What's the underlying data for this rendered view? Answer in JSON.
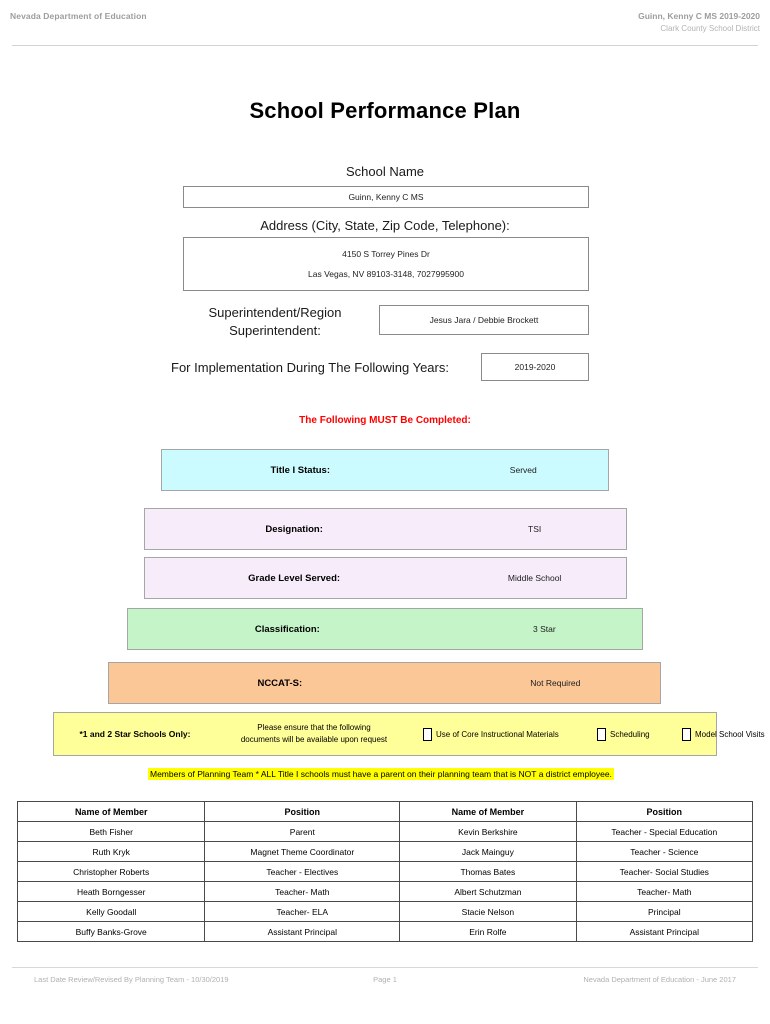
{
  "header": {
    "left": "Nevada Department of Education",
    "right_line1": "Guinn, Kenny C MS  2019-2020",
    "right_line2": "Clark County School District"
  },
  "title": "School Performance Plan",
  "fields": {
    "school_name_label": "School Name",
    "school_name_value": "Guinn, Kenny C MS",
    "address_label": "Address (City, State, Zip Code, Telephone):",
    "address_line1": "4150 S Torrey Pines Dr",
    "address_line2": "Las Vegas, NV  89103-3148, 7027995900",
    "superintendent_label_line1": "Superintendent/Region",
    "superintendent_label_line2": "Superintendent:",
    "superintendent_value": "Jesus Jara / Debbie Brockett",
    "years_label": "For Implementation During The Following Years:",
    "years_value": "2019-2020"
  },
  "must_complete_notice": "The Following MUST Be Completed:",
  "banners": [
    {
      "label": "Title I Status:",
      "value": "Served",
      "color": "#ccfbff"
    },
    {
      "label": "Designation:",
      "value": "TSI",
      "color": "#f6ecfa"
    },
    {
      "label": "Grade Level Served:",
      "value": "Middle School",
      "color": "#f6ecfa"
    },
    {
      "label": "Classification:",
      "value": "3 Star",
      "color": "#c4f4c8"
    },
    {
      "label": "NCCAT-S:",
      "value": "Not Required",
      "color": "#fbc797"
    }
  ],
  "star_schools": {
    "title": "*1 and 2 Star Schools Only:",
    "note_line1": "Please ensure that the following",
    "note_line2": "documents will be available upon request",
    "checkboxes": [
      {
        "label": "Use of Core Instructional Materials",
        "checked": false
      },
      {
        "label": "Scheduling",
        "checked": false
      },
      {
        "label": "Model School Visits",
        "checked": false
      }
    ],
    "highlight_color": "#ffff99"
  },
  "planning_note": "Members of Planning Team * ALL Title I schools must have a parent on their planning team that is NOT a district employee.",
  "members_table": {
    "columns": [
      "Name of Member",
      "Position",
      "Name of Member",
      "Position"
    ],
    "rows": [
      [
        "Beth Fisher",
        "Parent",
        "Kevin Berkshire",
        "Teacher - Special Education"
      ],
      [
        "Ruth Kryk",
        "Magnet Theme Coordinator",
        "Jack Mainguy",
        "Teacher - Science"
      ],
      [
        "Christopher Roberts",
        "Teacher - Electives",
        "Thomas Bates",
        "Teacher- Social Studies"
      ],
      [
        "Heath Borngesser",
        "Teacher- Math",
        "Albert Schutzman",
        "Teacher- Math"
      ],
      [
        "Kelly Goodall",
        "Teacher- ELA",
        "Stacie Nelson",
        "Principal"
      ],
      [
        "Buffy Banks-Grove",
        "Assistant Principal",
        "Erin Rolfe",
        "Assistant Principal"
      ]
    ]
  },
  "footer": {
    "left": "Last Date Review/Revised By Planning Team - 10/30/2019",
    "center": "Page 1",
    "right": "Nevada Department of Education - June 2017"
  },
  "colors": {
    "required_red": "#ff0000",
    "highlight_yellow": "#ffff00",
    "muted_gray": "#b0b0b0"
  }
}
